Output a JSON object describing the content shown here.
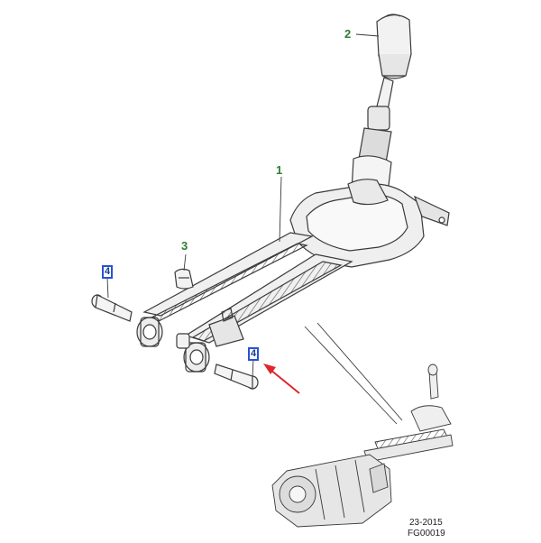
{
  "callouts": {
    "c1": "1",
    "c2": "2",
    "c3": "3",
    "c4a": "4",
    "c4b": "4"
  },
  "footer": {
    "ref_line1": "23-2015",
    "ref_line2": "FG00019"
  },
  "colors": {
    "line": "#3a3a3a",
    "fill_light": "#f2f2f2",
    "fill_mid": "#d9d9d9",
    "callout_green": "#2e7d32",
    "callout_box": "#2454d6",
    "arrow_red": "#e0252b"
  },
  "icons": {
    "pointer": "red-arrow-icon"
  }
}
